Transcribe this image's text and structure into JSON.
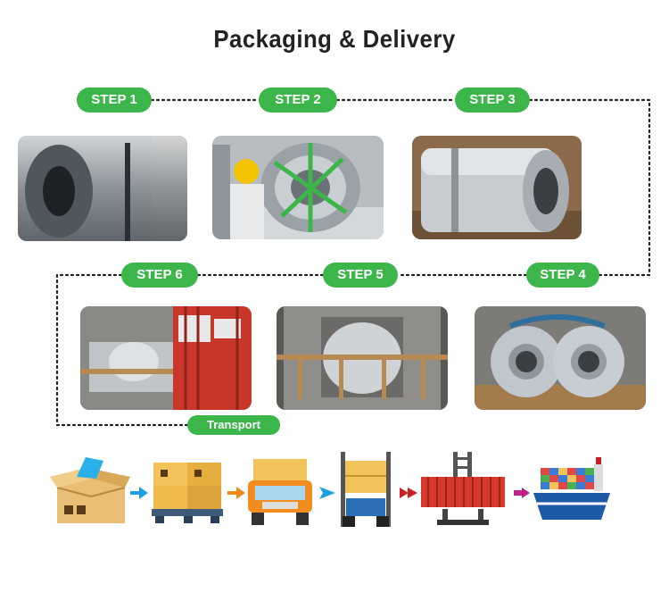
{
  "title": "Packaging & Delivery",
  "steps": [
    {
      "label": "STEP 1"
    },
    {
      "label": "STEP 2"
    },
    {
      "label": "STEP 3"
    },
    {
      "label": "STEP 4"
    },
    {
      "label": "STEP 5"
    },
    {
      "label": "STEP 6"
    }
  ],
  "transport_label": "Transport",
  "colors": {
    "accent": "#3cb54a",
    "arrow_blue": "#1ea0e0",
    "arrow_orange": "#f08a1e",
    "arrow_red": "#c8202a",
    "arrow_magenta": "#c0208a"
  },
  "flow_icons": [
    "open-box-icon",
    "pallet-boxes-icon",
    "truck-icon",
    "forklift-icon",
    "container-crane-icon",
    "cargo-ship-icon"
  ]
}
